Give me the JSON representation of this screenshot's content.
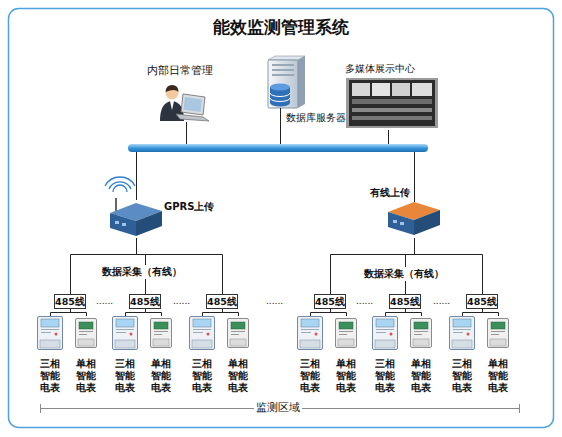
{
  "diagram": {
    "title": "能效监测管理系统",
    "nodes": [
      {
        "text": [
          "内部日常管理"
        ]
      },
      {
        "text": [
          "数据库服务器"
        ]
      },
      {
        "text": [
          "多媒体展示中心"
        ]
      },
      {
        "text": [
          "GPRS上传"
        ]
      },
      {
        "text": [
          "有线上传"
        ]
      },
      {
        "text": [
          "485线"
        ]
      },
      {
        "text": [
          "485线"
        ]
      },
      {
        "text": [
          "485线"
        ]
      },
      {
        "text": [
          "485线"
        ]
      },
      {
        "text": [
          "485线"
        ]
      },
      {
        "text": [
          "485线"
        ]
      },
      {
        "text": [
          "三相 智能 电表"
        ]
      },
      {
        "text": [
          "单相 智能 电表"
        ]
      },
      {
        "text": [
          "三相 智能 电表"
        ]
      },
      {
        "text": [
          "单相 智能 电表"
        ]
      },
      {
        "text": [
          "三相 智能 电表"
        ]
      },
      {
        "text": [
          "单相 智能 电表"
        ]
      },
      {
        "text": [
          "三相 智能 电表"
        ]
      },
      {
        "text": [
          "单相 智能 电表"
        ]
      },
      {
        "text": [
          "三相 智能 电表"
        ]
      },
      {
        "text": [
          "单相 智能 电表"
        ]
      },
      {
        "text": [
          "三相 智能 电表"
        ]
      },
      {
        "text": [
          "单相 智能 电表"
        ]
      }
    ],
    "edges": [
      {
        "from": 3,
        "to": 0,
        "arrow": "none"
      },
      {
        "from": 3,
        "to": 1,
        "arrow": "none"
      },
      {
        "from": 3,
        "to": 2,
        "arrow": "none"
      },
      {
        "from": 4,
        "to": 0,
        "arrow": "none"
      },
      {
        "from": 4,
        "to": 1,
        "arrow": "none"
      },
      {
        "from": 4,
        "to": 2,
        "arrow": "none"
      },
      {
        "from": 3,
        "to": 5,
        "arrow": "none"
      },
      {
        "from": 3,
        "to": 6,
        "arrow": "none"
      },
      {
        "from": 3,
        "to": 7,
        "arrow": "none"
      },
      {
        "from": 4,
        "to": 8,
        "arrow": "none"
      },
      {
        "from": 4,
        "to": 9,
        "arrow": "none"
      },
      {
        "from": 4,
        "to": 10,
        "arrow": "none"
      },
      {
        "from": 5,
        "to": 11,
        "arrow": "none"
      },
      {
        "from": 5,
        "to": 12,
        "arrow": "none"
      },
      {
        "from": 6,
        "to": 13,
        "arrow": "none"
      },
      {
        "from": 6,
        "to": 14,
        "arrow": "none"
      },
      {
        "from": 7,
        "to": 15,
        "arrow": "none"
      },
      {
        "from": 7,
        "to": 16,
        "arrow": "none"
      },
      {
        "from": 8,
        "to": 17,
        "arrow": "none"
      },
      {
        "from": 8,
        "to": 18,
        "arrow": "none"
      },
      {
        "from": 9,
        "to": 19,
        "arrow": "none"
      },
      {
        "from": 9,
        "to": 20,
        "arrow": "none"
      },
      {
        "from": 10,
        "to": 21,
        "arrow": "none"
      },
      {
        "from": 10,
        "to": 22,
        "arrow": "none"
      }
    ],
    "labels": [
      "数据采集（有线）",
      "数据采集（有线）",
      "......",
      "......",
      "......",
      "......",
      "......",
      "监测区域"
    ]
  }
}
